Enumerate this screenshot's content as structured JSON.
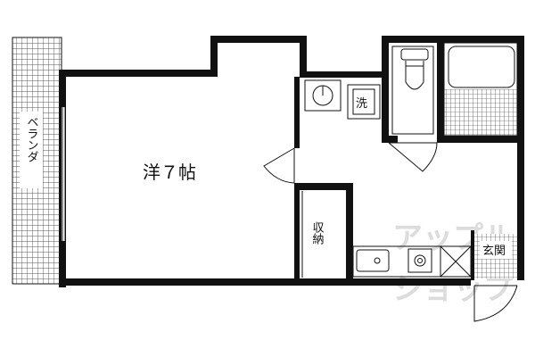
{
  "floorplan": {
    "rooms": {
      "western_room": "洋７帖",
      "veranda": "ベランダ",
      "closet": "収納",
      "washer": "洗",
      "entrance": "玄関"
    },
    "watermark": {
      "line1": "アップル",
      "line2": "ショップ"
    }
  }
}
